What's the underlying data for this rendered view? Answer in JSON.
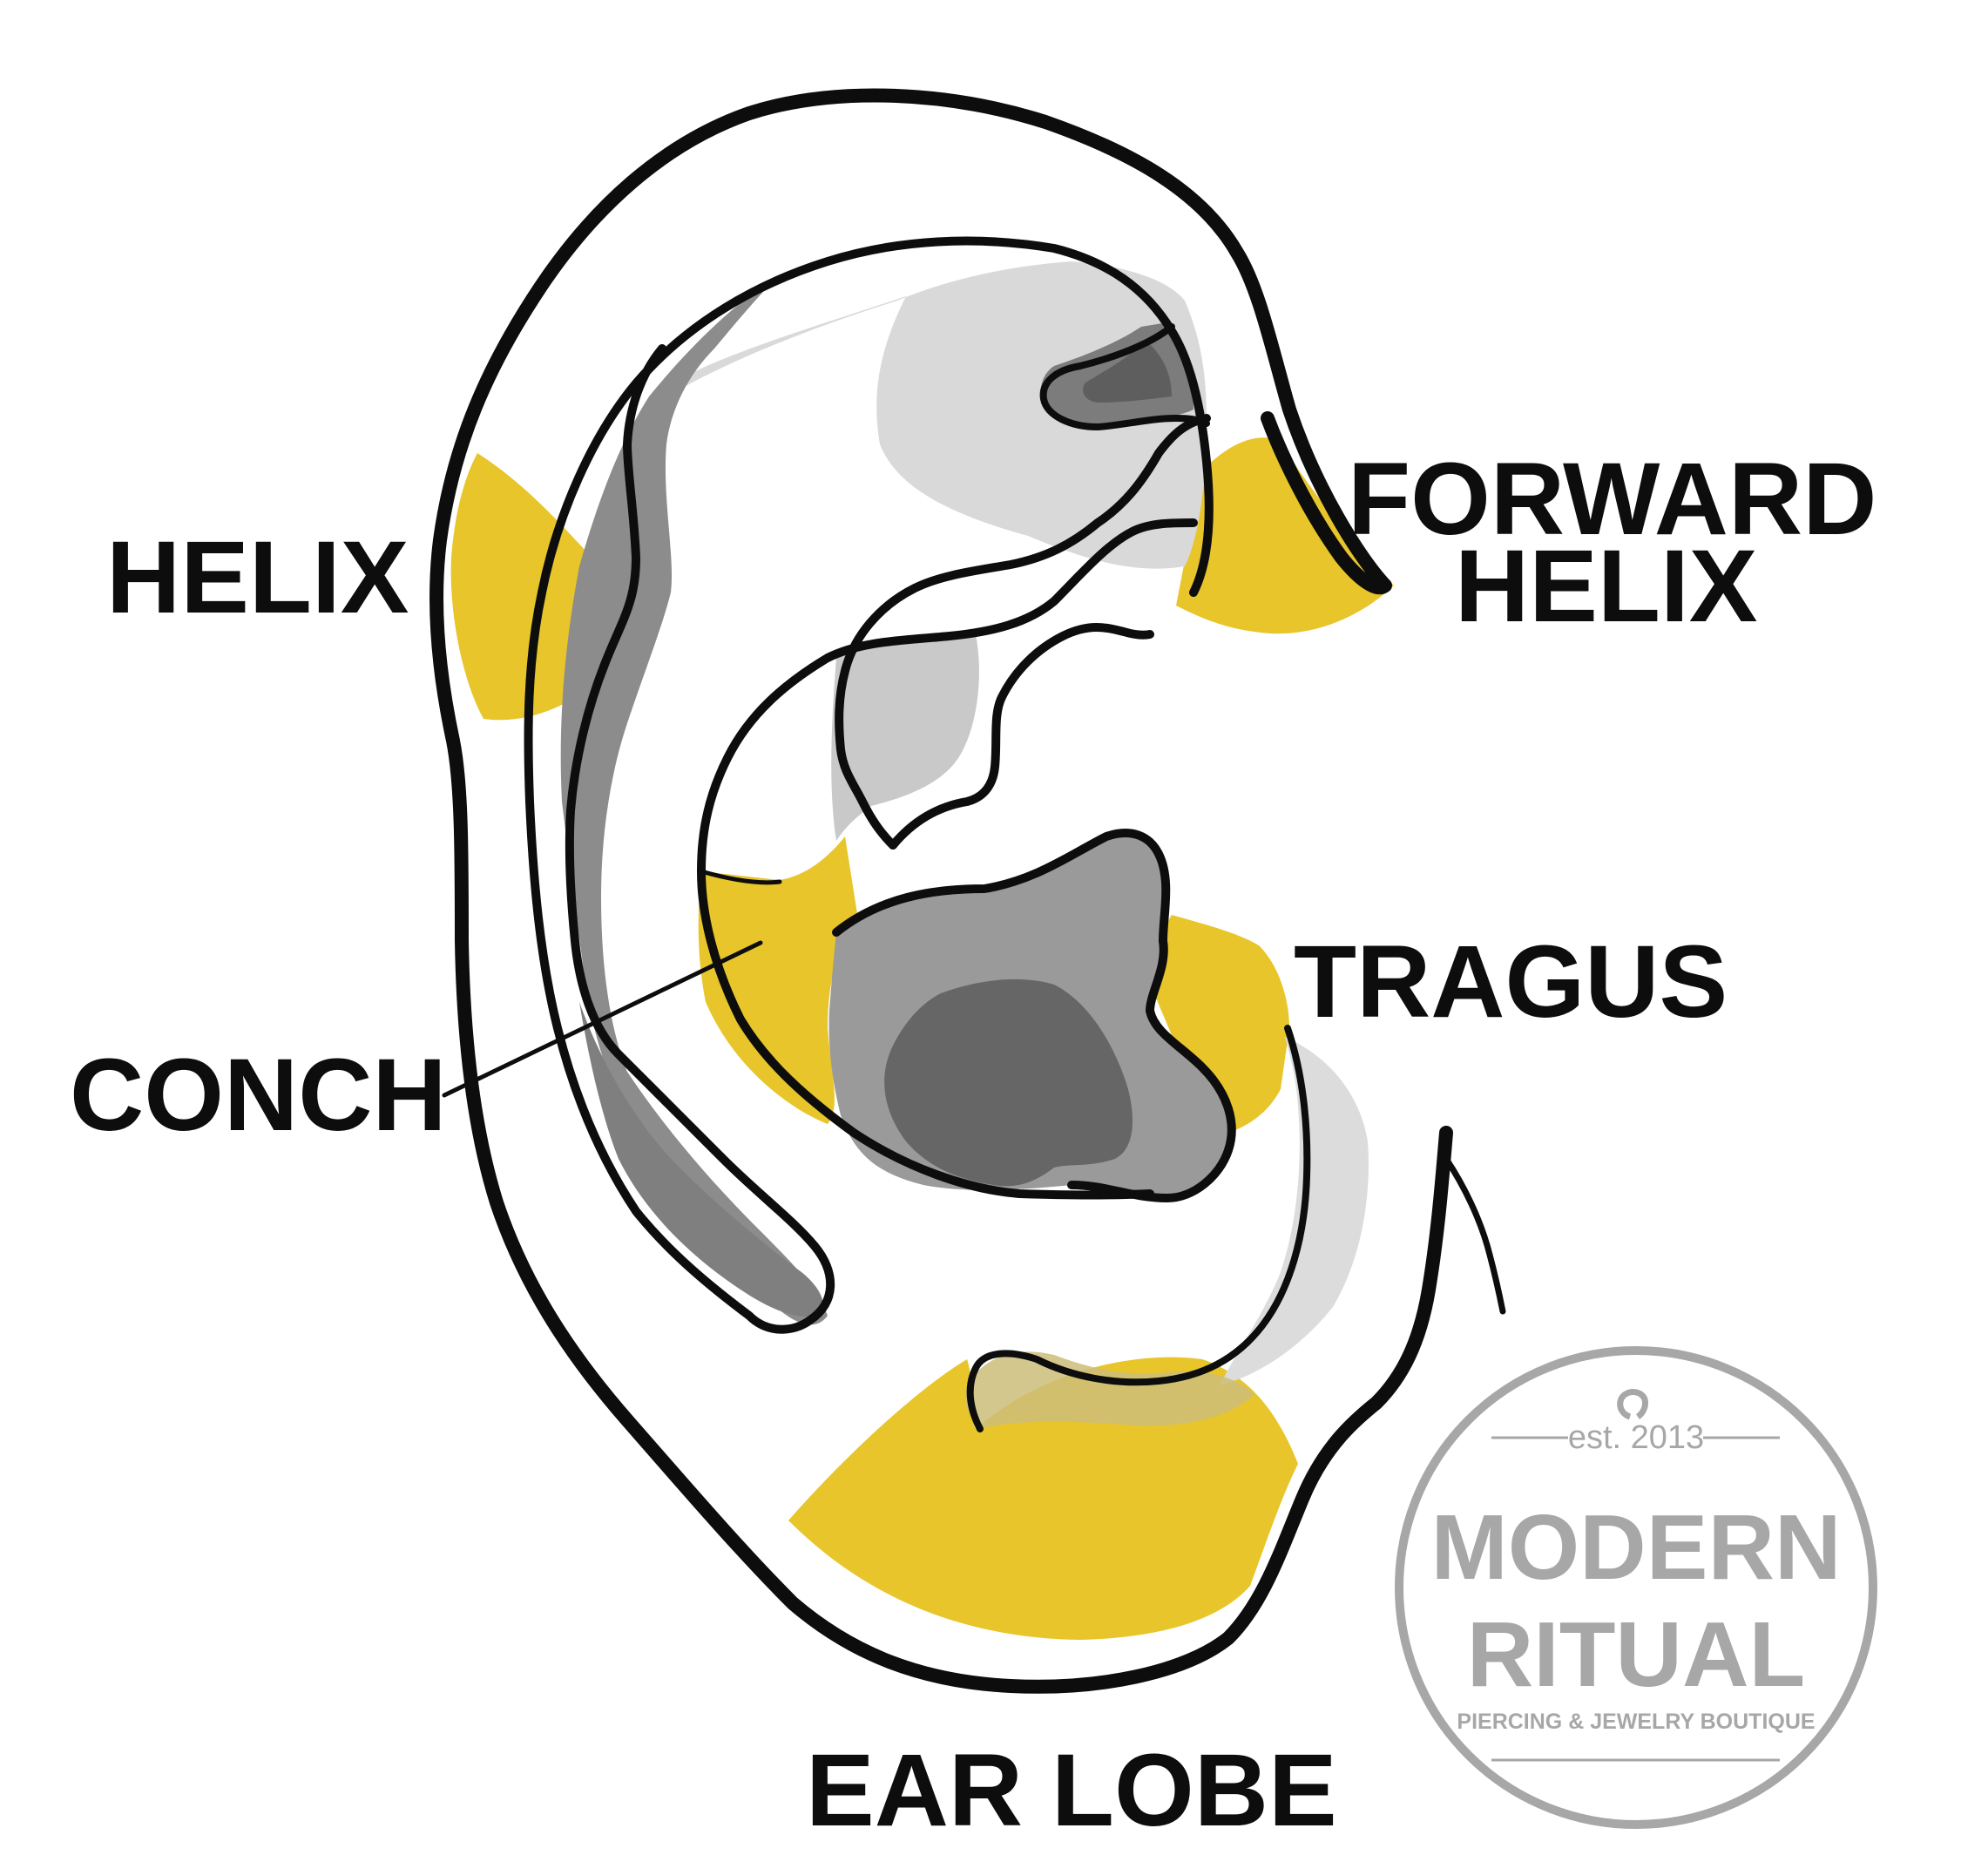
{
  "labels": {
    "helix": "HELIX",
    "forward_helix": [
      "FORWARD",
      "HELIX"
    ],
    "tragus": "TRAGUS",
    "conch": "CONCH",
    "ear_lobe": "EAR LOBE"
  },
  "logo": {
    "est": "est. 2013",
    "line1": "MODERN",
    "line2": "RITUAL",
    "tagline": "PIERCING & JEWELRY BOUTIQUE"
  },
  "colors": {
    "highlight_yellow": "#E7C52B",
    "outline": "#0d0d0d",
    "shade_light": "#d6d6d6",
    "shade_mid": "#9a9a9a",
    "shade_dark": "#6a6a6a",
    "logo_gray": "#a7a7a7"
  }
}
